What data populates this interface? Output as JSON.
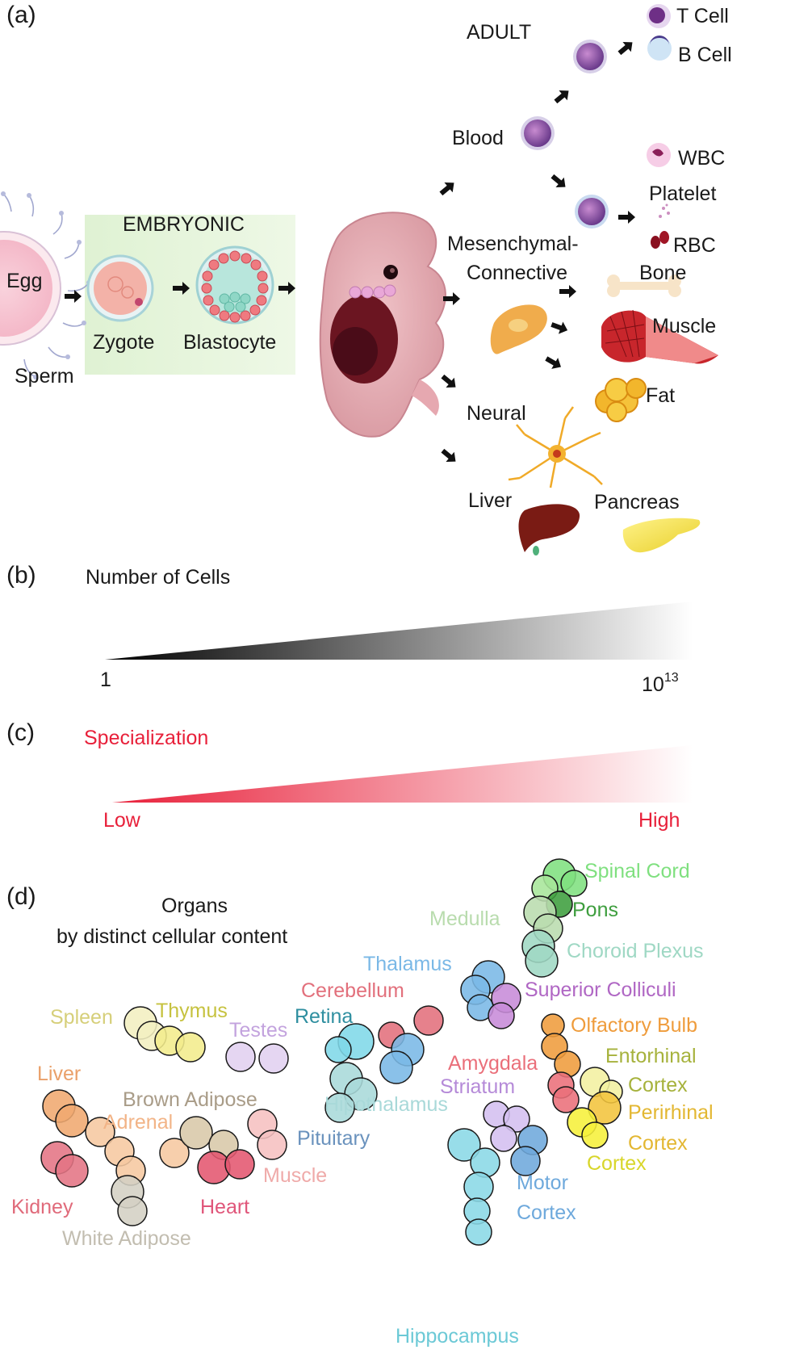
{
  "panel_a": {
    "letter": "(a)",
    "embryonic_label": "EMBRYONIC",
    "adult_label": "ADULT",
    "stages": {
      "egg": "Egg",
      "sperm": "Sperm",
      "zygote": "Zygote",
      "blastocyte": "Blastocyte"
    },
    "lineages": {
      "blood": "Blood",
      "mesenchymal_line1": "Mesenchymal-",
      "mesenchymal_line2": "Connective",
      "neural": "Neural",
      "liver": "Liver"
    },
    "cell_types": {
      "t_cell": "T Cell",
      "b_cell": "B Cell",
      "wbc": "WBC",
      "platelet": "Platelet",
      "rbc": "RBC",
      "bone": "Bone",
      "muscle": "Muscle",
      "fat": "Fat",
      "pancreas": "Pancreas"
    }
  },
  "panel_b": {
    "letter": "(b)",
    "title": "Number of Cells",
    "min_label": "1",
    "max_base": "10",
    "max_exp": "13"
  },
  "panel_c": {
    "letter": "(c)",
    "title": "Specialization",
    "low_label": "Low",
    "high_label": "High",
    "color": "#e8203a"
  },
  "panel_d": {
    "letter": "(d)",
    "title_line1": "Organs",
    "title_line2": "by distinct cellular content",
    "organs": [
      {
        "name": "Spinal Cord",
        "color": "#7fe07f"
      },
      {
        "name": "Pons",
        "color": "#3e9e3e"
      },
      {
        "name": "Medulla",
        "color": "#b9dcae"
      },
      {
        "name": "Choroid Plexus",
        "color": "#9fd8c4"
      },
      {
        "name": "Thalamus",
        "color": "#7ab8e6"
      },
      {
        "name": "Superior Colliculi",
        "color": "#b067c4"
      },
      {
        "name": "Cerebellum",
        "color": "#e2707c"
      },
      {
        "name": "Retina",
        "color": "#2f8fa0"
      },
      {
        "name": "Spleen",
        "color": "#d6cf7a"
      },
      {
        "name": "Thymus",
        "color": "#c6c23f"
      },
      {
        "name": "Testes",
        "color": "#c3a3de"
      },
      {
        "name": "Olfactory Bulb",
        "color": "#ef9c3c"
      },
      {
        "name": "Entorhinal",
        "color": "#a6b23c"
      },
      {
        "name": "Cortex",
        "color": "#a6b23c"
      },
      {
        "name": "Amygdala",
        "color": "#ea6f7a"
      },
      {
        "name": "Striatum",
        "color": "#b58ad8"
      },
      {
        "name": "Perirhinal",
        "color": "#e3b732"
      },
      {
        "name": "Cortex",
        "color": "#e3b732"
      },
      {
        "name": "Cortex",
        "color": "#d8d62a"
      },
      {
        "name": "Liver",
        "color": "#eaa06a"
      },
      {
        "name": "Brown Adipose",
        "color": "#a99c88"
      },
      {
        "name": "Hipothalamus",
        "color": "#a9d9d9"
      },
      {
        "name": "Adrenal",
        "color": "#f2b487"
      },
      {
        "name": "Pituitary",
        "color": "#6a92bd"
      },
      {
        "name": "Muscle",
        "color": "#efaaa9"
      },
      {
        "name": "Kidney",
        "color": "#e06a7a"
      },
      {
        "name": "Heart",
        "color": "#e0567a"
      },
      {
        "name": "White Adipose",
        "color": "#c2bdb0"
      },
      {
        "name": "Motor",
        "color": "#6ea9dc"
      },
      {
        "name": "Cortex",
        "color": "#6ea9dc"
      },
      {
        "name": "Hippocampus",
        "color": "#6cc9d6"
      }
    ]
  }
}
